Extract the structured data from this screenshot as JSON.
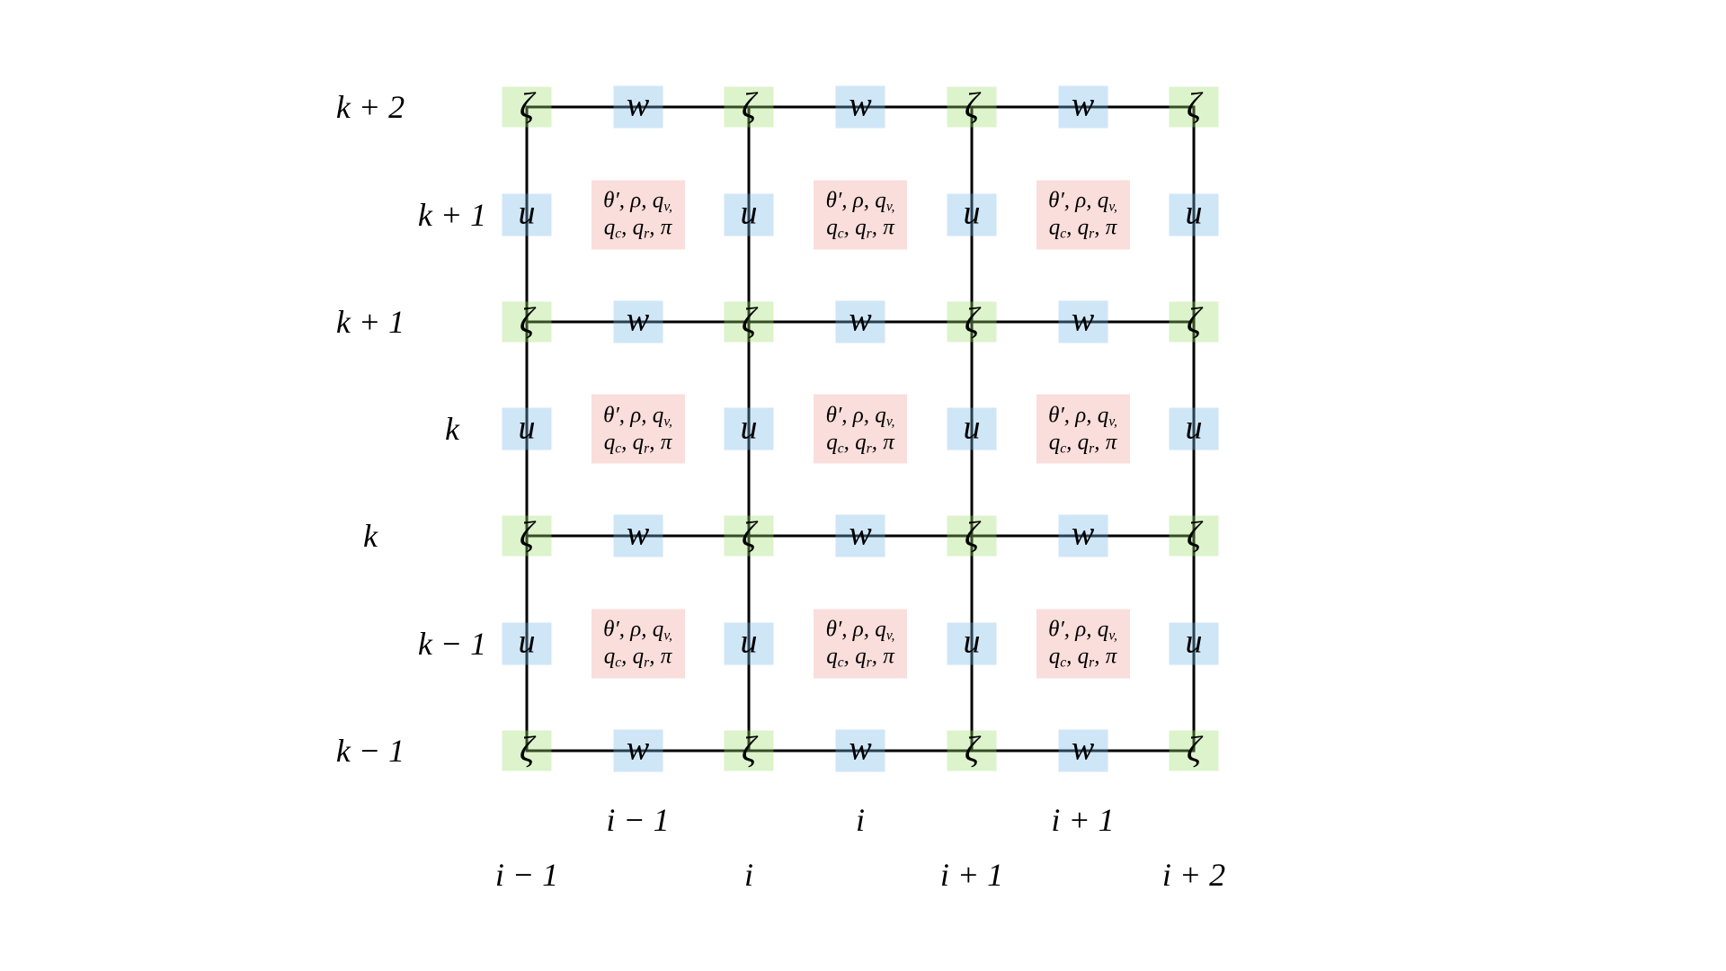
{
  "diagram": {
    "description": "Vertically staggered model grid showing placement of prognostic variables",
    "background": "#ffffff",
    "line_color": "#000000",
    "colors": {
      "vorticity_box": "rgba(155,221,106,0.35)",
      "wind_box": "rgba(118,184,232,0.35)",
      "scalar_box": "rgba(238,161,152,0.35)"
    },
    "symbols": {
      "vorticity": "ζ",
      "w_wind": "w",
      "u_wind": "u"
    },
    "scalar_cell_lines": [
      "θ′, ρ, q_v,_",
      "q_c_, q_r_, π"
    ],
    "left_labels_full": [
      "k + 2",
      "k + 1",
      "k",
      "k − 1"
    ],
    "left_labels_half": [
      "k + 1",
      "k",
      "k − 1"
    ],
    "bottom_labels_half": [
      "i − 1",
      "i",
      "i + 1"
    ],
    "bottom_labels_full": [
      "i − 1",
      "i",
      "i + 1",
      "i + 2"
    ]
  }
}
